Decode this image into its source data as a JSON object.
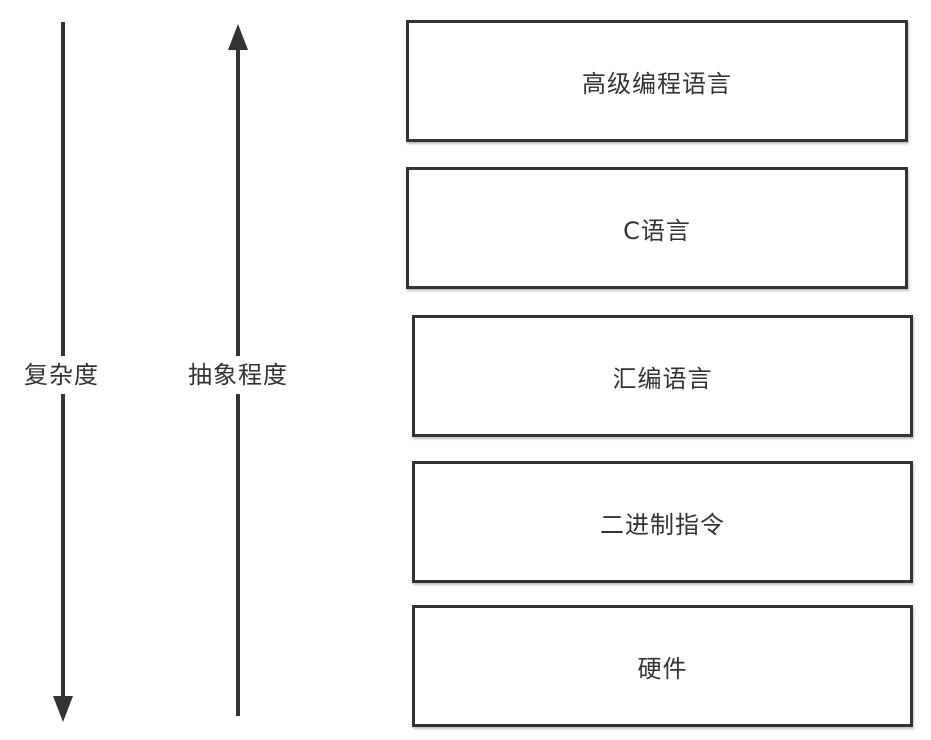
{
  "axes": {
    "complexity_label": "复杂度",
    "abstraction_label": "抽象程度"
  },
  "layers": [
    {
      "label": "高级编程语言"
    },
    {
      "label": "C语言"
    },
    {
      "label": "汇编语言"
    },
    {
      "label": "二进制指令"
    },
    {
      "label": "硬件"
    }
  ],
  "colors": {
    "stroke": "#333333",
    "text": "#333333",
    "background": "#ffffff"
  }
}
